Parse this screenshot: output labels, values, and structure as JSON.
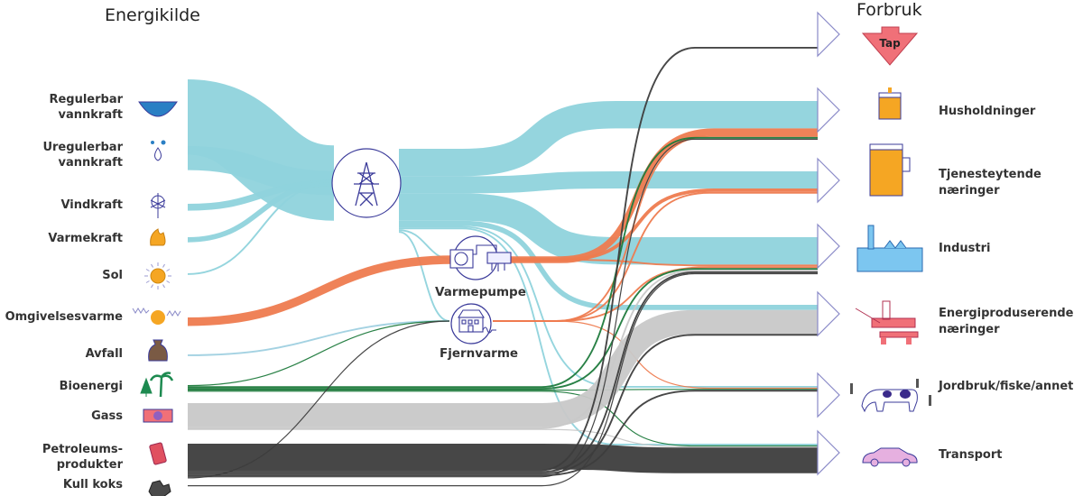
{
  "headings": {
    "sources": "Energikilde",
    "consumers": "Forbruk"
  },
  "colors": {
    "electricity": "#8fd3dc",
    "heat": "#ee7b4f",
    "bio": "#1d7a3c",
    "gas": "#c8c8c8",
    "petroleum": "#3d3d3d",
    "waste": "#9fd0e0",
    "icon_stroke": "#3b3b9a",
    "arrow_outline": "#8a8ac8",
    "tap": "#f07078"
  },
  "sources": [
    {
      "id": "reg",
      "label": "Regulerbar\nvannkraft",
      "icon": "water-basin-icon"
    },
    {
      "id": "ureg",
      "label": "Uregulerbar\nvannkraft",
      "icon": "water-drops-icon"
    },
    {
      "id": "vind",
      "label": "Vindkraft",
      "icon": "wind-turbine-icon"
    },
    {
      "id": "varmekraft",
      "label": "Varmekraft",
      "icon": "flame-icon"
    },
    {
      "id": "sol",
      "label": "Sol",
      "icon": "sun-icon"
    },
    {
      "id": "omg",
      "label": "Omgivelsesvarme",
      "icon": "ambient-heat-icon"
    },
    {
      "id": "avfall",
      "label": "Avfall",
      "icon": "waste-bag-icon"
    },
    {
      "id": "bio",
      "label": "Bioenergi",
      "icon": "trees-icon"
    },
    {
      "id": "gass",
      "label": "Gass",
      "icon": "gas-pipe-icon"
    },
    {
      "id": "petro",
      "label": "Petroleums-\nprodukter",
      "icon": "oil-barrel-icon"
    },
    {
      "id": "kull",
      "label": "Kull koks",
      "icon": "coal-icon"
    }
  ],
  "hubs": [
    {
      "id": "grid",
      "label": "",
      "icon": "power-pylon-icon"
    },
    {
      "id": "hp",
      "label": "Varmepumpe",
      "icon": "heat-pump-icon"
    },
    {
      "id": "dh",
      "label": "Fjernvarme",
      "icon": "district-heating-icon"
    }
  ],
  "consumers": [
    {
      "id": "tap",
      "label": "",
      "icon": "loss-arrow-icon",
      "badge": "Tap"
    },
    {
      "id": "hus",
      "label": "Husholdninger",
      "icon": "house-icon"
    },
    {
      "id": "tjen",
      "label": "Tjenesteytende\nnæringer",
      "icon": "office-building-icon"
    },
    {
      "id": "ind",
      "label": "Industri",
      "icon": "factory-icon"
    },
    {
      "id": "energi",
      "label": "Energiproduserende\nnæringer",
      "icon": "oil-platform-icon"
    },
    {
      "id": "jord",
      "label": "Jordbruk/fiske/annet",
      "icon": "cow-icon"
    },
    {
      "id": "trans",
      "label": "Transport",
      "icon": "car-icon"
    }
  ],
  "chart_data": {
    "type": "sankey",
    "title": "",
    "flows": [
      {
        "from": "reg",
        "to": "grid",
        "value": 44,
        "kind": "electricity"
      },
      {
        "from": "ureg",
        "to": "grid",
        "value": 14,
        "kind": "electricity"
      },
      {
        "from": "vind",
        "to": "grid",
        "value": 4,
        "kind": "electricity"
      },
      {
        "from": "varmekraft",
        "to": "grid",
        "value": 3,
        "kind": "electricity"
      },
      {
        "from": "sol",
        "to": "grid",
        "value": 1,
        "kind": "electricity"
      },
      {
        "from": "grid",
        "to": "hus",
        "value": 16,
        "kind": "electricity"
      },
      {
        "from": "grid",
        "to": "tjen",
        "value": 10,
        "kind": "electricity"
      },
      {
        "from": "grid",
        "to": "ind",
        "value": 16,
        "kind": "electricity"
      },
      {
        "from": "grid",
        "to": "energi",
        "value": 3,
        "kind": "electricity"
      },
      {
        "from": "grid",
        "to": "jord",
        "value": 1,
        "kind": "electricity"
      },
      {
        "from": "grid",
        "to": "trans",
        "value": 1,
        "kind": "electricity"
      },
      {
        "from": "grid",
        "to": "hp",
        "value": 1,
        "kind": "electricity"
      },
      {
        "from": "grid",
        "to": "dh",
        "value": 1,
        "kind": "electricity"
      },
      {
        "from": "omg",
        "to": "hp",
        "value": 5,
        "kind": "heat"
      },
      {
        "from": "hp",
        "to": "hus",
        "value": 4,
        "kind": "heat"
      },
      {
        "from": "hp",
        "to": "tjen",
        "value": 2,
        "kind": "heat"
      },
      {
        "from": "hp",
        "to": "ind",
        "value": 1,
        "kind": "heat"
      },
      {
        "from": "dh",
        "to": "hus",
        "value": 1,
        "kind": "heat"
      },
      {
        "from": "dh",
        "to": "tjen",
        "value": 1,
        "kind": "heat"
      },
      {
        "from": "dh",
        "to": "ind",
        "value": 1,
        "kind": "heat"
      },
      {
        "from": "dh",
        "to": "jord",
        "value": 0.5,
        "kind": "heat"
      },
      {
        "from": "avfall",
        "to": "dh",
        "value": 1,
        "kind": "waste"
      },
      {
        "from": "bio",
        "to": "dh",
        "value": 0.5,
        "kind": "bio"
      },
      {
        "from": "bio",
        "to": "hus",
        "value": 1,
        "kind": "bio"
      },
      {
        "from": "bio",
        "to": "ind",
        "value": 1,
        "kind": "bio"
      },
      {
        "from": "bio",
        "to": "jord",
        "value": 0.5,
        "kind": "bio"
      },
      {
        "from": "bio",
        "to": "trans",
        "value": 0.5,
        "kind": "bio"
      },
      {
        "from": "gass",
        "to": "energi",
        "value": 14,
        "kind": "gas"
      },
      {
        "from": "gass",
        "to": "ind",
        "value": 1,
        "kind": "gas"
      },
      {
        "from": "gass",
        "to": "trans",
        "value": 0.5,
        "kind": "gas"
      },
      {
        "from": "petro",
        "to": "trans",
        "value": 15,
        "kind": "petroleum"
      },
      {
        "from": "petro",
        "to": "tap",
        "value": 1,
        "kind": "petroleum"
      },
      {
        "from": "petro",
        "to": "ind",
        "value": 1,
        "kind": "petroleum"
      },
      {
        "from": "petro",
        "to": "energi",
        "value": 1,
        "kind": "petroleum"
      },
      {
        "from": "petro",
        "to": "jord",
        "value": 1,
        "kind": "petroleum"
      },
      {
        "from": "petro",
        "to": "hus",
        "value": 0.5,
        "kind": "petroleum"
      },
      {
        "from": "petro",
        "to": "dh",
        "value": 0.5,
        "kind": "petroleum"
      },
      {
        "from": "kull",
        "to": "ind",
        "value": 0.5,
        "kind": "petroleum"
      }
    ]
  }
}
